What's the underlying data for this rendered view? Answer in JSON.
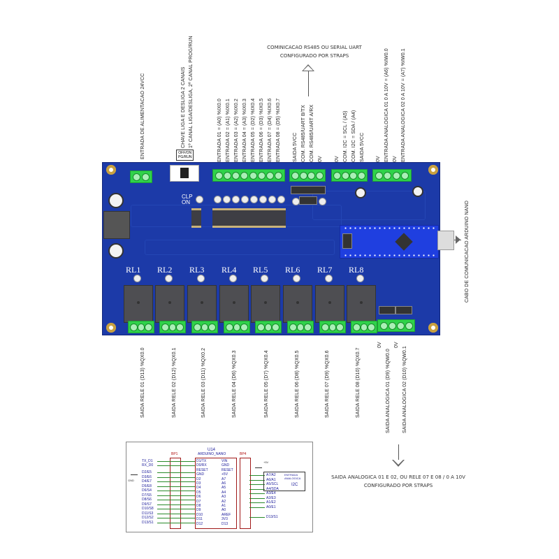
{
  "top_labels": {
    "power_input": "ENTRADA DE ALIMENTACAO 24VCC",
    "switch_line1": "CHAVE LIGA E DESLIGA 2 CANAIS",
    "switch_line2": "1º CANAL LIGA/DESLIGA, 2º CANAL PROG/RUN",
    "switch_box_line1": "OFF/ON",
    "switch_box_line2": "PG/RUN",
    "inputs": [
      "ENTRADA 01 = (A0) %IX0.0",
      "ENTRADA 02 = (A1) %IX0.1",
      "ENTRADA 03 = (A2) %IX0.2",
      "ENTRADA 04 = (A3) %IX0.3",
      "ENTRADA 05 = (D2) %IX0.4",
      "ENTRADA 06 = (D3) %IX0.5",
      "ENTRADA 07 = (D4) %IX0.6",
      "ENTRADA 08 = (D5) %IX0.7"
    ],
    "comm_rs485": [
      "SAIDA 5VCC",
      "COM. RS485/UART B/TX",
      "COM. RS485/UART A/RX",
      "0V"
    ],
    "comm_i2c": [
      "0V",
      "COM. I2C = SCL / (A5)",
      "COM. I2C = SDA / (A4)",
      "SAIDA 5VCC"
    ],
    "analog_inputs": [
      "0V",
      "ENTRADA ANALOGICA 01 0 A 10V = (A6) %IW0.0",
      "0V",
      "ENTRADA ANALOGICA 02 0 A 10V = (A7) %IW0.1"
    ],
    "rs485_caption_line1": "COMINICACAO RS485 OU SERIAL UART",
    "rs485_caption_line2": "CONFIGURADO POR STRAPS"
  },
  "right_label": "CABO DE COMUNICACAO ARDUINO NANO",
  "bottom_labels": {
    "relay_outputs": [
      "SAIDA RELE 01 (D13) %QX0.0",
      "SAIDA RELE 02 (D12) %QX0.1",
      "SAIDA RELE 03 (D11) %QX0.2",
      "SAIDA RELE 04 (D6) %QX0.3",
      "SAIDA RELE 05 (D7) %QX0.4",
      "SAIDA RELE 06 (D8) %QX0.5",
      "SAIDA RELE 07 (D9) %QX0.6",
      "SAIDA RELE 08 (D10) %QX0.7"
    ],
    "analog_outputs": [
      "0V",
      "SAIDA ANALOGICA 01 (D9) %QW0.0",
      "0V",
      "SAIDA ANALOGICA 02 (D10) %QW0.1"
    ],
    "analog_caption_line1": "SAIDA ANALOGICA 01 E 02, OU RELE 07 E 08 / 0 A 10V",
    "analog_caption_line2": "CONFIGURADO POR STRAPS"
  },
  "pcb": {
    "relays": [
      "RL1",
      "RL2",
      "RL3",
      "RL4",
      "RL5",
      "RL6",
      "RL7",
      "RL8"
    ],
    "clp_on_line1": "CLP",
    "clp_on_line2": "ON"
  },
  "schematic": {
    "left_header": "BP1",
    "right_header": "BP4",
    "module_ref": "U14",
    "module_name": "ARDUINO_NANO",
    "left_nets": [
      "TX_D1",
      "RX_D0",
      "D2/E5",
      "D3/E6",
      "D4/E7",
      "D5/E8",
      "D6/S4",
      "D7/S5",
      "D8/S6",
      "D9/S7",
      "D10/S8",
      "D11/S3",
      "D12/S2",
      "D13/S1"
    ],
    "left_pins": [
      "D1/TX",
      "D0/RX",
      "RESET",
      "GND",
      "D2",
      "D3",
      "D4",
      "D5",
      "D6",
      "D7",
      "D8",
      "D9",
      "D10",
      "D11",
      "D12"
    ],
    "right_pins": [
      "VIN",
      "GND",
      "RESET",
      "+5V",
      "A7",
      "A6",
      "A5",
      "A4",
      "A3",
      "A2",
      "A1",
      "A0",
      "AREF",
      "3V3",
      "D13"
    ],
    "right_nets": [
      "A7/A2",
      "A6/A1",
      "A5/SCL",
      "A4/SDA",
      "A3/E4",
      "A2/E3",
      "A1/E2",
      "A0/E1",
      "D13/S1"
    ],
    "box_label": "ENTRADA ANALOGICA",
    "i2c_label": "I2C",
    "gnd_label": "GND",
    "vcc_label": "+5V"
  }
}
